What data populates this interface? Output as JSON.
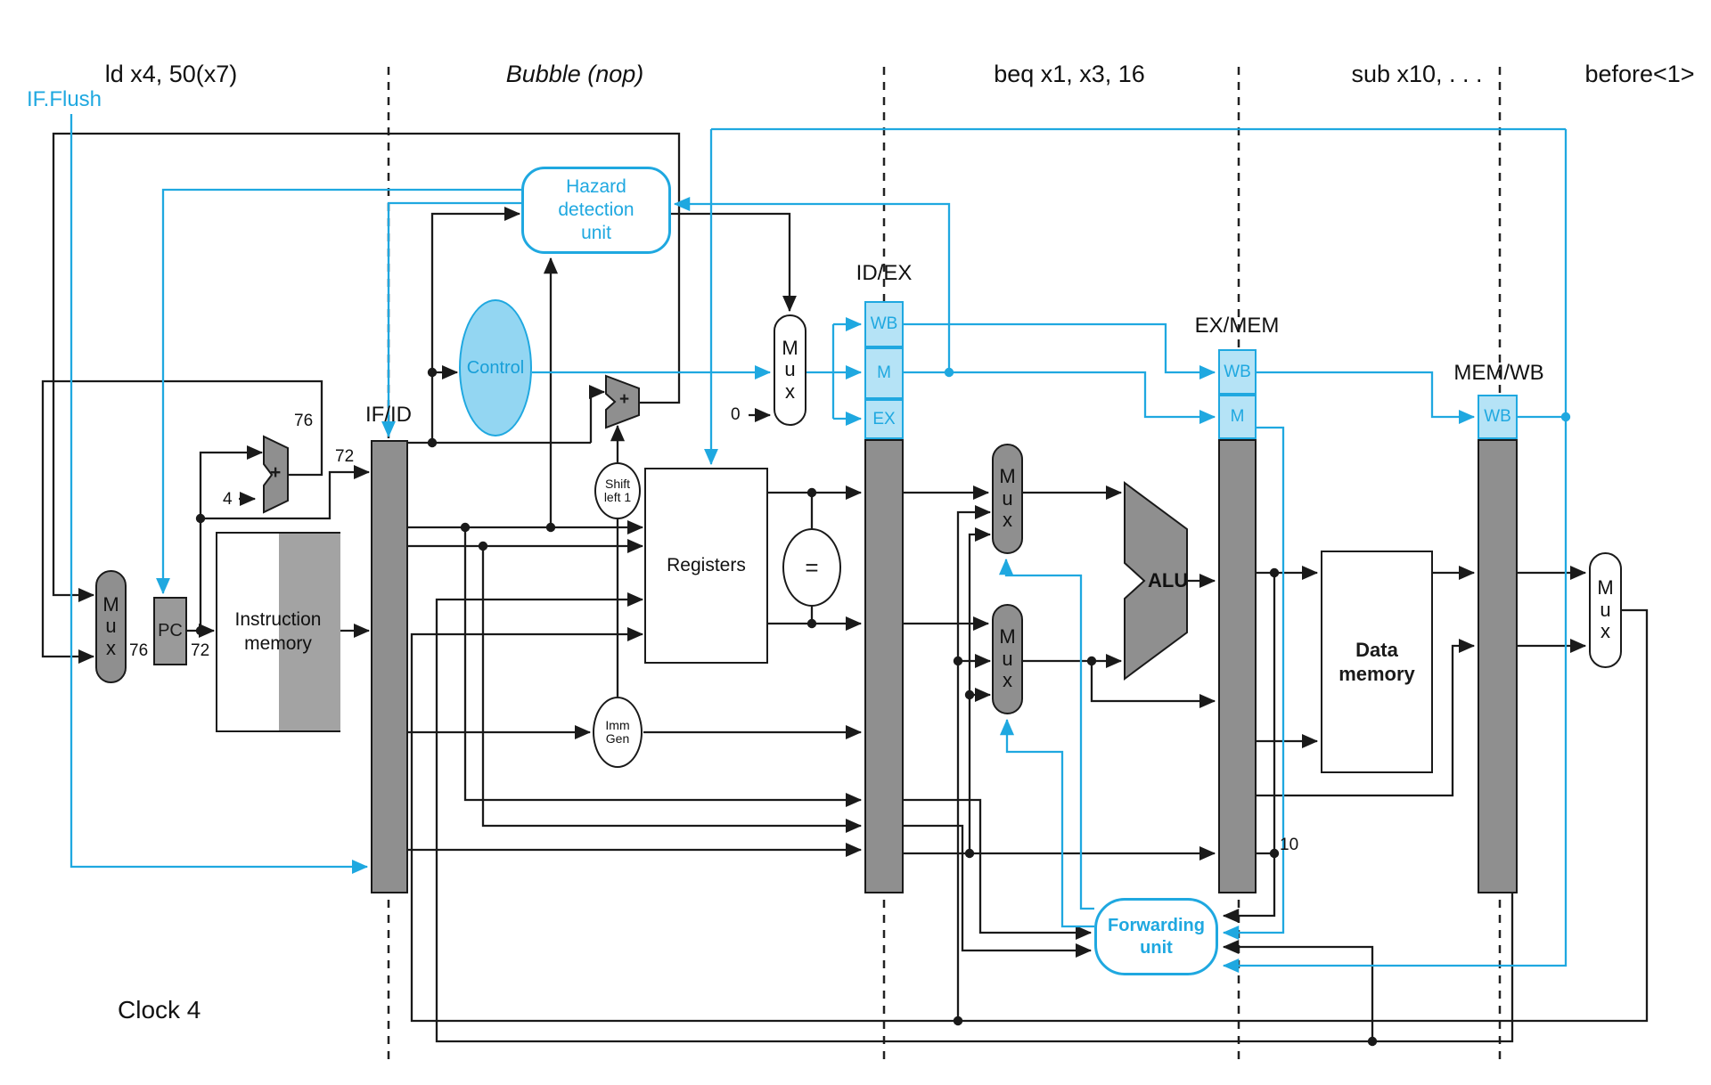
{
  "instructions": {
    "ld": "ld x4, 50(x7)",
    "bubble": "Bubble (nop)",
    "beq": "beq x1, x3, 16",
    "sub": "sub x10, . . .",
    "before": "before<1>"
  },
  "signals": {
    "if_flush": "IF.Flush",
    "clock": "Clock 4"
  },
  "components": {
    "hazard_l1": "Hazard",
    "hazard_l2": "detection",
    "hazard_l3": "unit",
    "control": "Control",
    "mux": "Mux",
    "pc": "PC",
    "imem_l1": "Instruction",
    "imem_l2": "memory",
    "registers": "Registers",
    "shift_l1": "Shift",
    "shift_l2": "left 1",
    "immgen_l1": "Imm",
    "immgen_l2": "Gen",
    "equals": "=",
    "alu": "ALU",
    "dmem_l1": "Data",
    "dmem_l2": "memory",
    "fwd_l1": "Forwarding",
    "fwd_l2": "unit",
    "plus": "+"
  },
  "pipeline_regs": {
    "ifid": "IF/ID",
    "idex": "ID/EX",
    "exmem": "EX/MEM",
    "memwb": "MEM/WB",
    "wb": "WB",
    "m": "M",
    "ex": "EX"
  },
  "values": {
    "v76": "76",
    "v72": "72",
    "v4": "4",
    "v0": "0",
    "v10": "10"
  },
  "colors": {
    "accent": "#1fa8e0",
    "light_blue_fill": "#b5e3f6",
    "control_fill": "#93d6f2",
    "bar_gray": "#8f8f8f"
  }
}
